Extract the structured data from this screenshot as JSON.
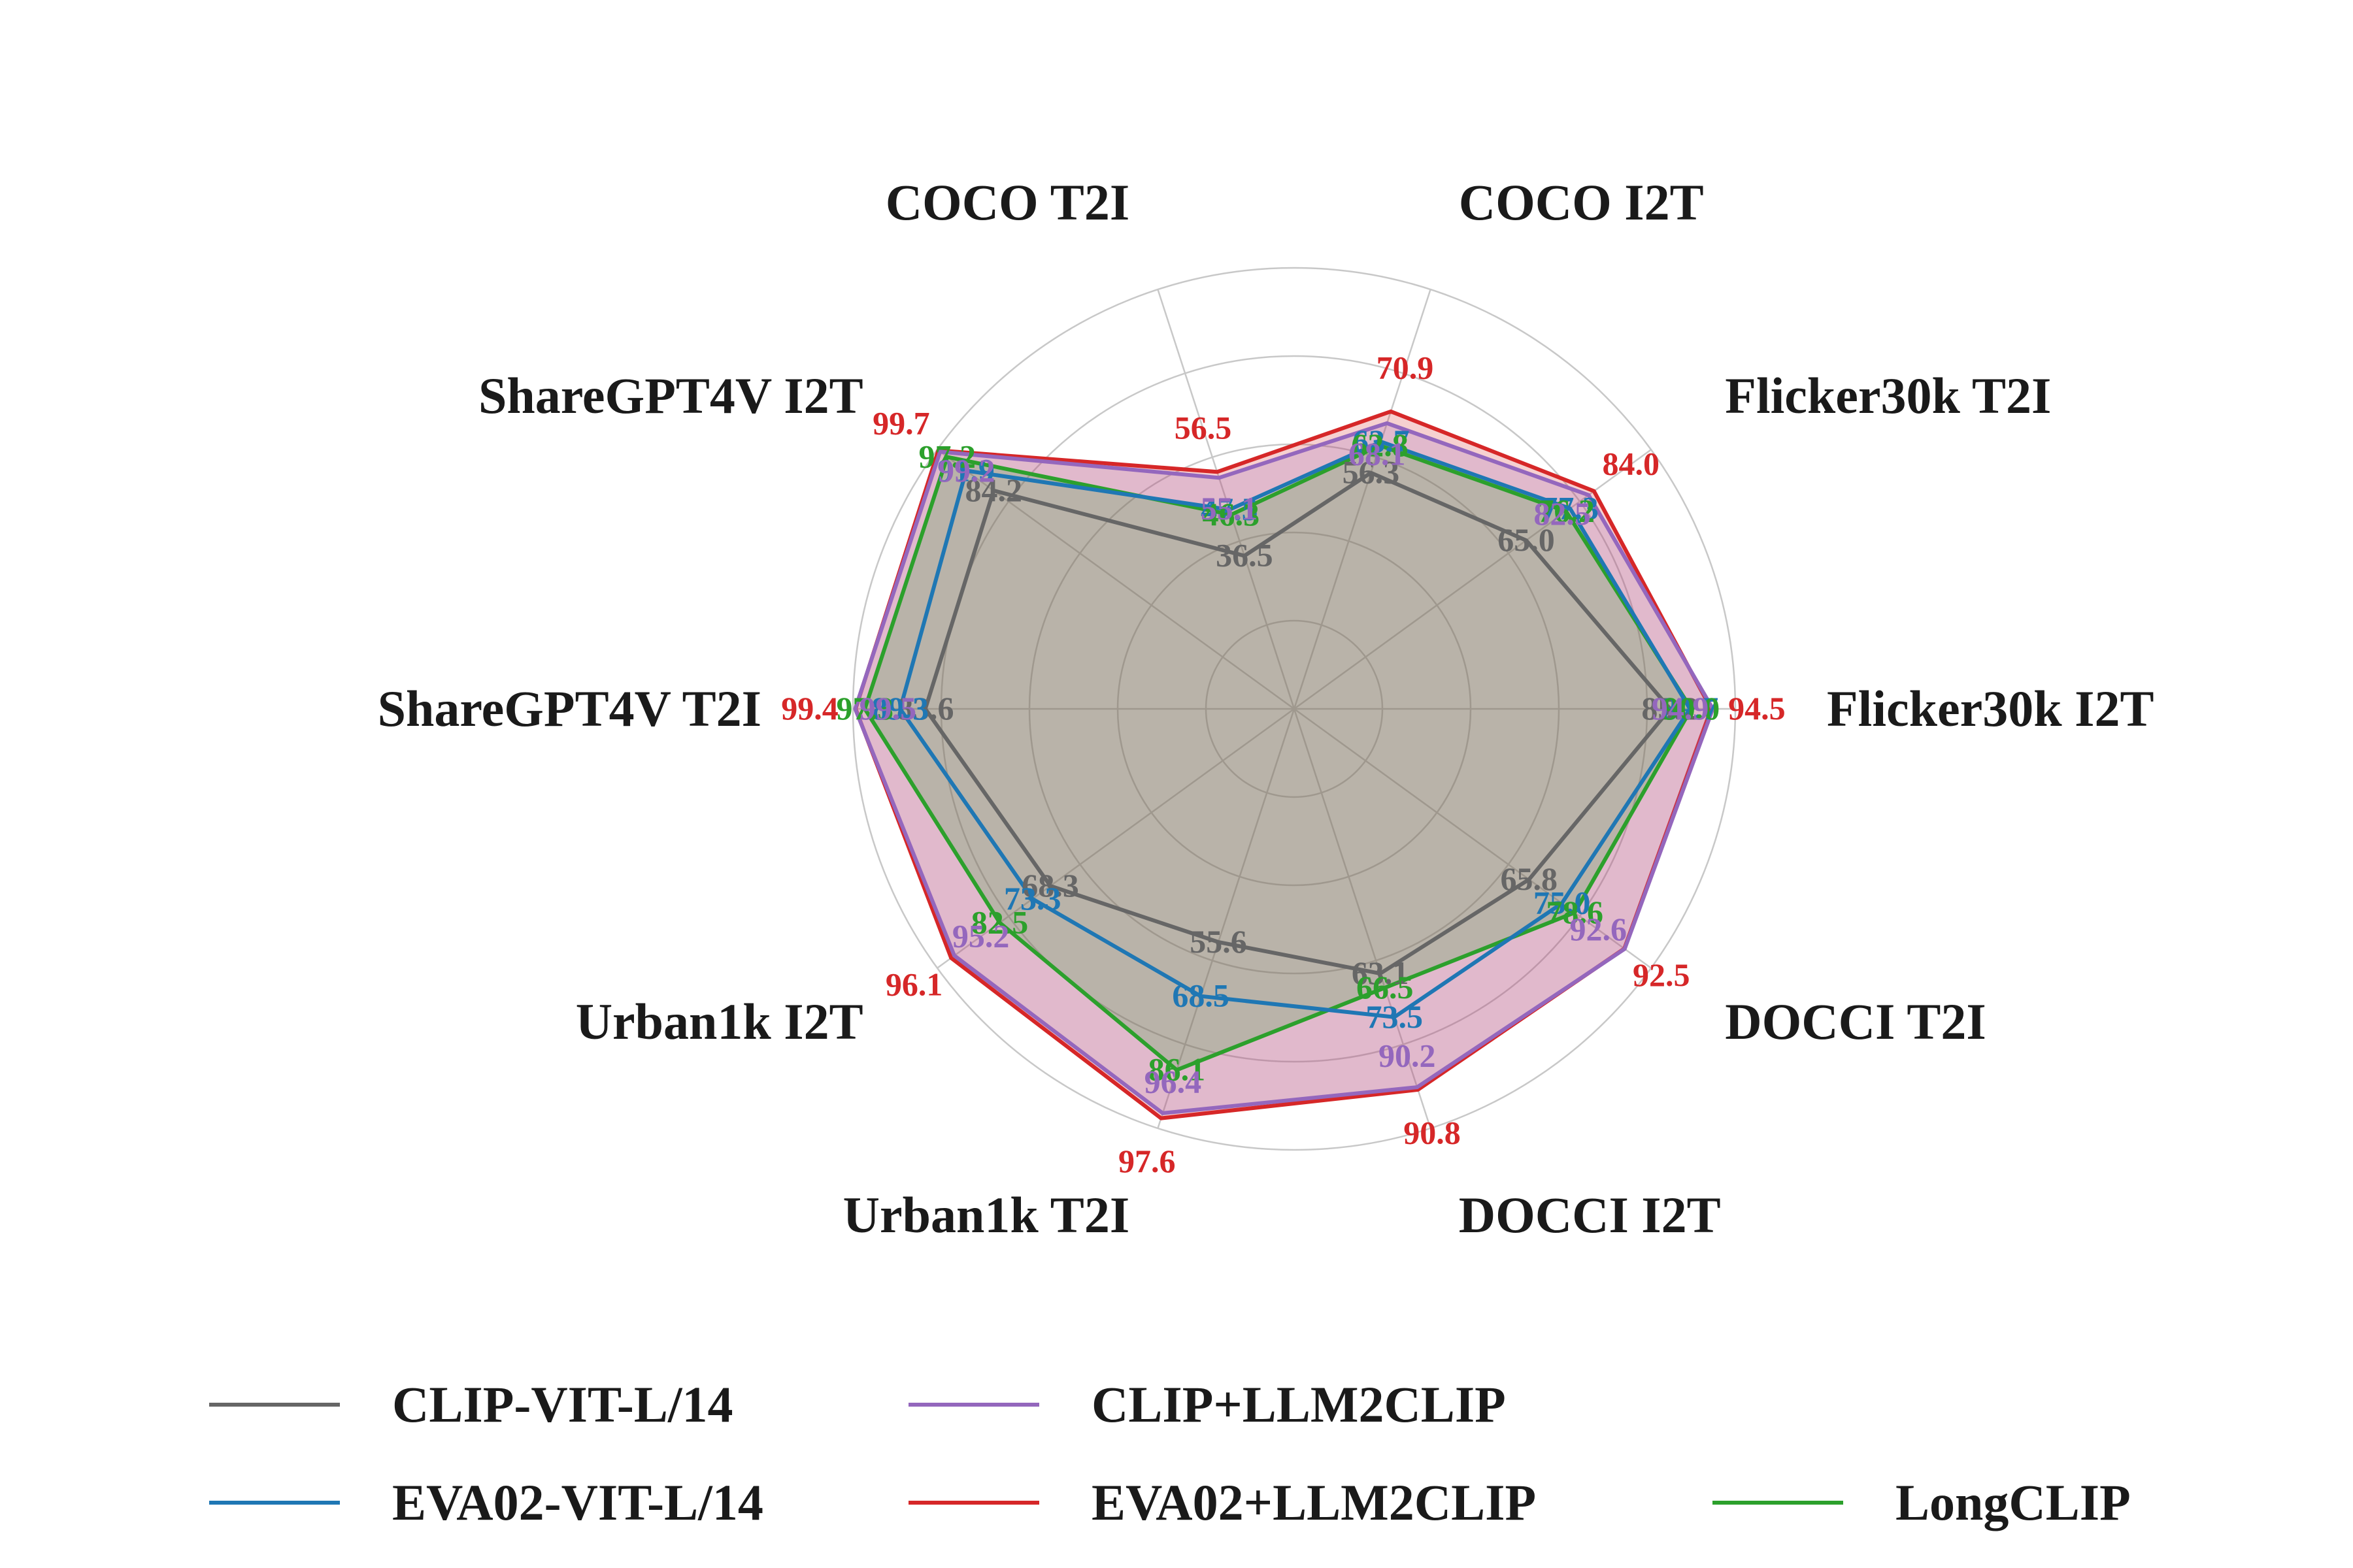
{
  "chart_data": {
    "type": "radar",
    "categories": [
      "COCO I2T",
      "Flicker30k T2I",
      "Flicker30k I2T",
      "DOCCI T2I",
      "DOCCI I2T",
      "Urban1k T2I",
      "Urban1k I2T",
      "ShareGPT4V T2I",
      "ShareGPT4V I2T",
      "COCO T2I"
    ],
    "radial_range": [
      0,
      100
    ],
    "grid": true,
    "legend_placement": "bottom",
    "series": [
      {
        "name": "CLIP-VIT-L/14",
        "color": "#666666",
        "fill": false,
        "values": [
          56.3,
          65.0,
          85.2,
          65.8,
          63.1,
          55.6,
          68.3,
          83.6,
          84.2,
          36.5
        ]
      },
      {
        "name": "EVA02-VIT-L/14",
        "color": "#1f77b4",
        "fill": false,
        "values": [
          63.7,
          77.3,
          89.7,
          75.0,
          73.5,
          68.5,
          73.3,
          89.3,
          91.9,
          47.5
        ]
      },
      {
        "name": "LongCLIP",
        "color": "#2ca02c",
        "fill": true,
        "values": [
          62.8,
          76.2,
          90.0,
          78.6,
          66.5,
          86.1,
          82.5,
          97.3,
          97.2,
          46.3
        ]
      },
      {
        "name": "CLIP+LLM2CLIP",
        "color": "#9467bd",
        "fill": true,
        "values": [
          68.1,
          82.5,
          94.9,
          92.6,
          90.2,
          96.4,
          95.2,
          99.5,
          99.2,
          55.1
        ]
      },
      {
        "name": "EVA02+LLM2CLIP",
        "color": "#d62728",
        "fill": true,
        "values": [
          70.9,
          84.0,
          94.5,
          92.5,
          90.8,
          97.6,
          96.1,
          99.4,
          99.7,
          56.5
        ]
      }
    ]
  },
  "legend": [
    {
      "label": "CLIP-VIT-L/14",
      "color": "#666666"
    },
    {
      "label": "CLIP+LLM2CLIP",
      "color": "#9467bd"
    },
    {
      "label": "EVA02-VIT-L/14",
      "color": "#1f77b4"
    },
    {
      "label": "EVA02+LLM2CLIP",
      "color": "#d62728"
    },
    {
      "label": "LongCLIP",
      "color": "#2ca02c"
    }
  ]
}
